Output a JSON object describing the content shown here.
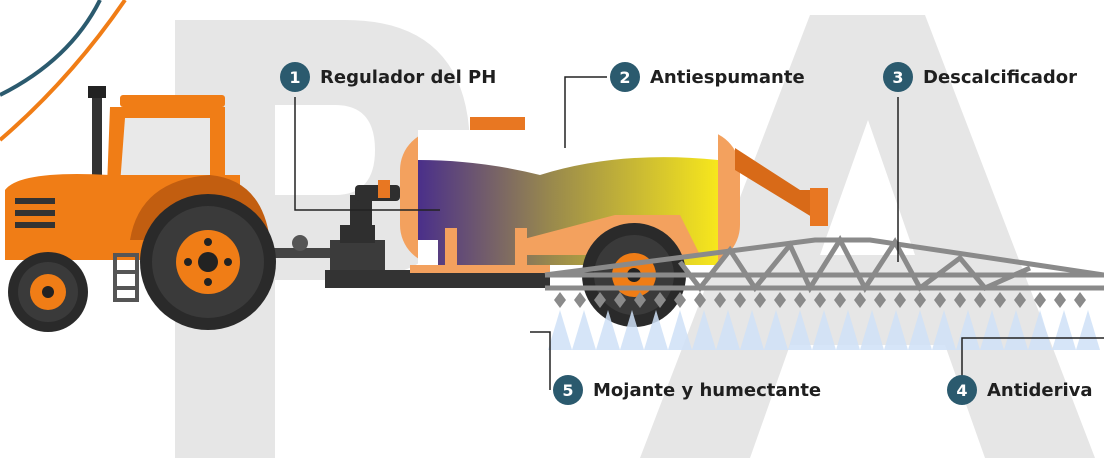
{
  "watermark": "PA",
  "callouts": [
    {
      "number": "1",
      "text": "Regulador del PH"
    },
    {
      "number": "2",
      "text": "Antiespumante"
    },
    {
      "number": "3",
      "text": "Descalcificador"
    },
    {
      "number": "4",
      "text": "Antideriva"
    },
    {
      "number": "5",
      "text": "Mojante y humectante"
    }
  ],
  "colors": {
    "tractor": "#f07d16",
    "tank": "#f3a15e",
    "badge": "#2b5a6e",
    "boom": "#8a8a8a",
    "liquid_start": "#4a2f8a",
    "liquid_end": "#f7e71c"
  }
}
